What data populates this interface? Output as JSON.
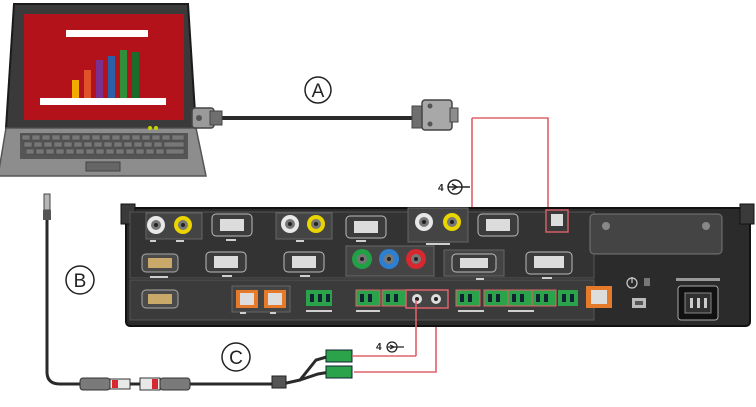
{
  "callouts": {
    "a": "A",
    "b": "B",
    "c": "C"
  },
  "audio_markers": {
    "line_in_top": "4",
    "line_in_bottom": "4"
  },
  "icons": [
    "laptop-icon",
    "presentation-bar-chart-icon",
    "vga-connector-icon",
    "audio-jack-icon",
    "rca-plug-icon",
    "euroblock-connector-icon",
    "power-socket-icon",
    "audio-input-symbol-icon"
  ],
  "colors": {
    "laptop_screen": "#b3121b",
    "chart_bars": [
      "#f2a900",
      "#e0522a",
      "#7b2f8e",
      "#2d5ea8",
      "#2f8f3a",
      "#1b6b2a"
    ],
    "cable_highlight": "#e0606a",
    "codec_body": "#2b2b2b",
    "accent_orange": "#e57a2b",
    "accent_green": "#2aa34a"
  }
}
